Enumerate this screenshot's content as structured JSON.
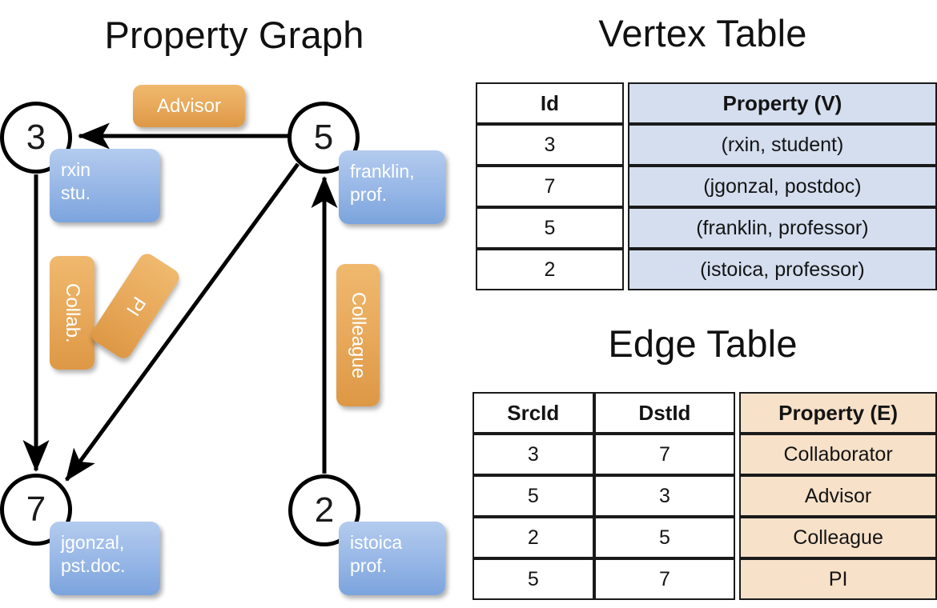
{
  "panels": {
    "graph_title": "Property Graph",
    "vertex_title": "Vertex Table",
    "edge_title": "Edge Table"
  },
  "graph": {
    "nodes": [
      {
        "id": "3",
        "label": "3",
        "property_lines": [
          "rxin",
          "stu."
        ]
      },
      {
        "id": "5",
        "label": "5",
        "property_lines": [
          "franklin,",
          "prof."
        ]
      },
      {
        "id": "7",
        "label": "7",
        "property_lines": [
          "jgonzal,",
          "pst.doc."
        ]
      },
      {
        "id": "2",
        "label": "2",
        "property_lines": [
          "istoica",
          "prof."
        ]
      }
    ],
    "node_property_text": {
      "rxin_line1": "rxin",
      "rxin_line2": "stu.",
      "franklin_line1": "franklin,",
      "franklin_line2": "prof.",
      "jgonzal_line1": "jgonzal,",
      "jgonzal_line2": "pst.doc.",
      "istoica_line1": "istoica",
      "istoica_line2": "prof."
    },
    "edge_labels": {
      "advisor": "Advisor",
      "collab": "Collab.",
      "pi": "PI",
      "colleague": "Colleague"
    },
    "edges": [
      {
        "from": "5",
        "to": "3",
        "label": "Advisor"
      },
      {
        "from": "3",
        "to": "7",
        "label": "Collab."
      },
      {
        "from": "5",
        "to": "7",
        "label": "PI"
      },
      {
        "from": "2",
        "to": "5",
        "label": "Colleague"
      }
    ],
    "colors": {
      "node_fill": "#ffffff",
      "node_stroke": "#000000",
      "property_box": "#9cbae8",
      "edge_label_box": "#e8a95b",
      "edge_line": "#000000"
    }
  },
  "vertex_table": {
    "headers": [
      "Id",
      "Property (V)"
    ],
    "rows": [
      {
        "id": "3",
        "property": "(rxin, student)"
      },
      {
        "id": "7",
        "property": "(jgonzal, postdoc)"
      },
      {
        "id": "5",
        "property": "(franklin, professor)"
      },
      {
        "id": "2",
        "property": "(istoica, professor)"
      }
    ],
    "highlight_color": "#d4deef"
  },
  "edge_table": {
    "headers": [
      "SrcId",
      "DstId",
      "Property (E)"
    ],
    "rows": [
      {
        "src": "3",
        "dst": "7",
        "property": "Collaborator"
      },
      {
        "src": "5",
        "dst": "3",
        "property": "Advisor"
      },
      {
        "src": "2",
        "dst": "5",
        "property": "Colleague"
      },
      {
        "src": "5",
        "dst": "7",
        "property": "PI"
      }
    ],
    "highlight_color": "#f7e1c9"
  }
}
